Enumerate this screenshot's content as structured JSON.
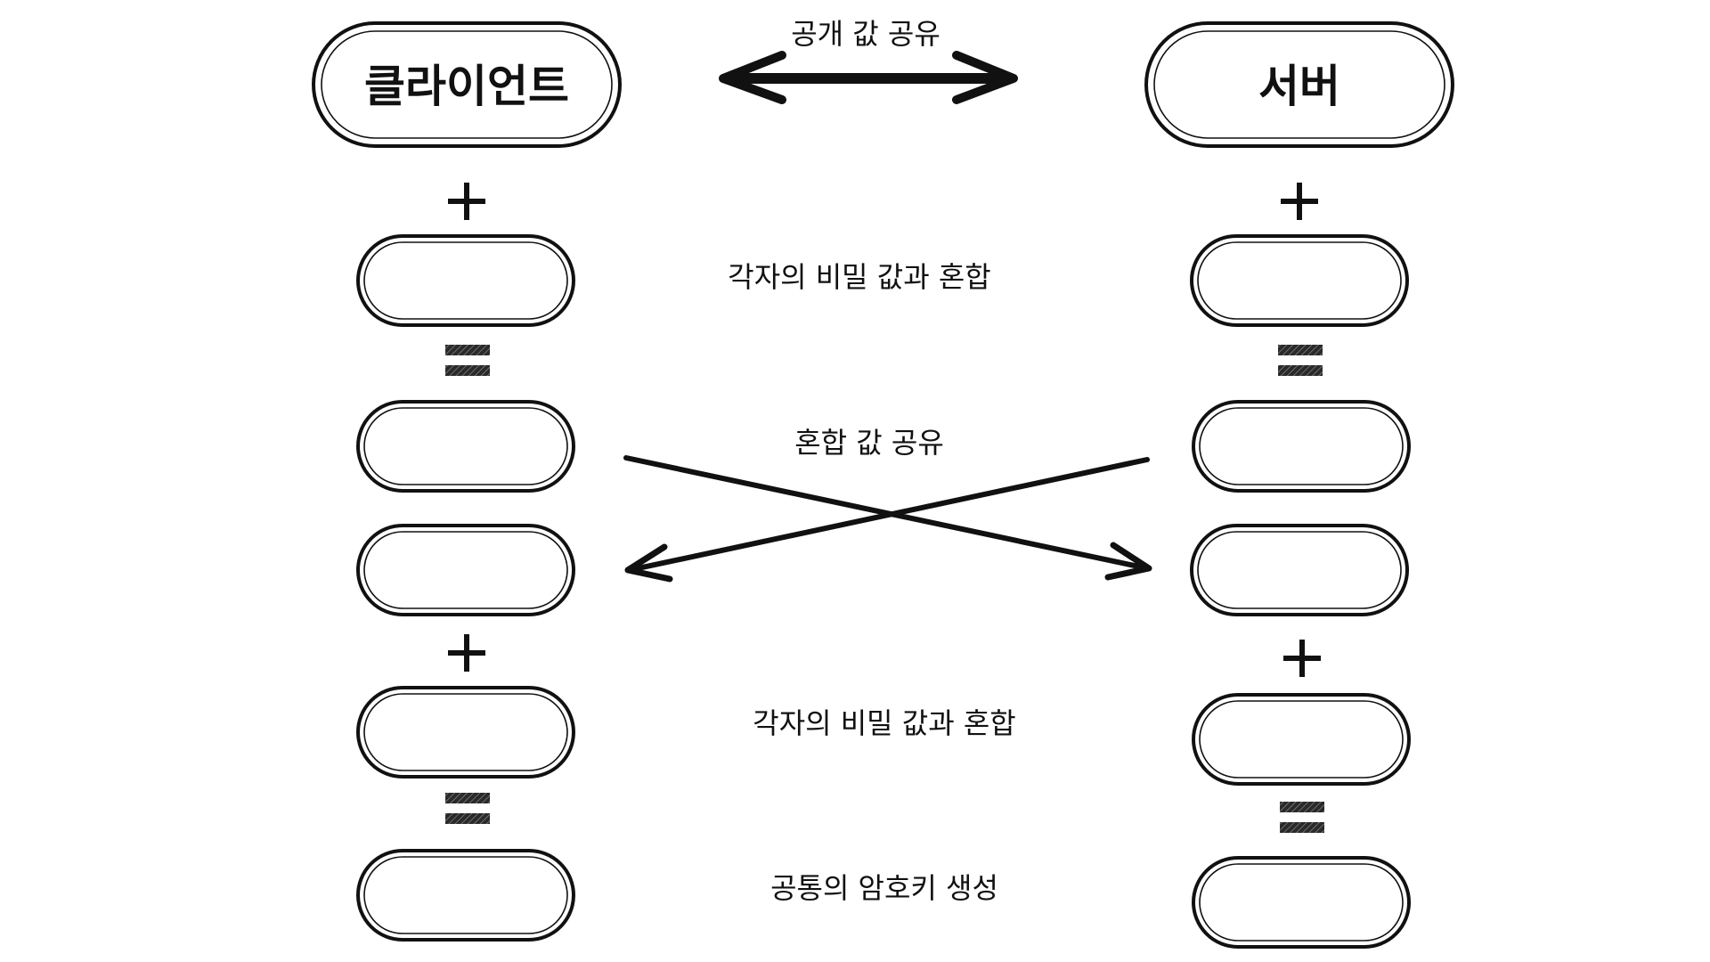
{
  "nodes": {
    "client_title": "클라이언트",
    "server_title": "서버"
  },
  "steps": {
    "share_public": "공개 값 공유",
    "mix_secret_1": "각자의 비밀 값과 혼합",
    "share_mixed": "혼합 값 공유",
    "mix_secret_2": "각자의 비밀 값과 혼합",
    "generate_key": "공통의 암호키 생성"
  },
  "colors": {
    "ink": "#111111",
    "background": "#ffffff"
  },
  "icons": {
    "plus": "plus-icon",
    "equals": "equals-icon",
    "double_arrow": "double-arrow-icon",
    "cross_arrow": "cross-arrow-icon"
  }
}
